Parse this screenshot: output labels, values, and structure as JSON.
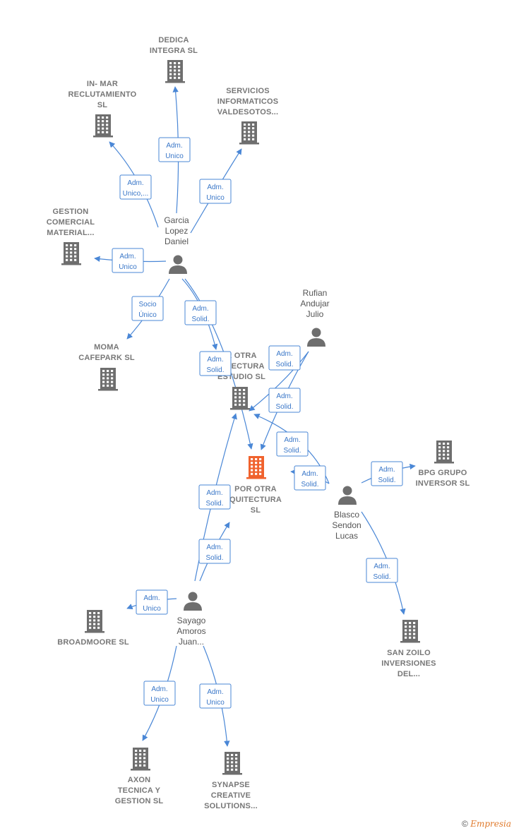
{
  "nodes": [
    {
      "id": "dedica",
      "type": "company",
      "lines": [
        "DEDICA",
        "INTEGRA  SL"
      ]
    },
    {
      "id": "inmar",
      "type": "company",
      "lines": [
        "IN- MAR",
        "RECLUTAMIENTO",
        "SL"
      ]
    },
    {
      "id": "servicios",
      "type": "company",
      "lines": [
        "SERVICIOS",
        "INFORMATICOS",
        "VALDESOTOS..."
      ]
    },
    {
      "id": "gestion",
      "type": "company",
      "lines": [
        "GESTION",
        "COMERCIAL",
        "MATERIAL..."
      ]
    },
    {
      "id": "moma",
      "type": "company",
      "lines": [
        "MOMA",
        "CAFEPARK SL"
      ]
    },
    {
      "id": "porotra_estudio",
      "type": "company",
      "lines": [
        "R OTRA",
        "UITECTURA",
        "ESTUDIO  SL"
      ]
    },
    {
      "id": "central",
      "type": "company",
      "central": true,
      "lines": [
        "POR OTRA",
        "QUITECTURA",
        "SL"
      ]
    },
    {
      "id": "bpg",
      "type": "company",
      "lines": [
        "BPG GRUPO",
        "INVERSOR  SL"
      ]
    },
    {
      "id": "broadmoore",
      "type": "company",
      "lines": [
        "BROADMOORE SL"
      ]
    },
    {
      "id": "sanzoilo",
      "type": "company",
      "lines": [
        "SAN ZOILO",
        "INVERSIONES",
        "DEL..."
      ]
    },
    {
      "id": "axon",
      "type": "company",
      "lines": [
        "AXON",
        "TECNICA Y",
        "GESTION SL"
      ]
    },
    {
      "id": "synapse",
      "type": "company",
      "lines": [
        "SYNAPSE",
        "CREATIVE",
        "SOLUTIONS..."
      ]
    },
    {
      "id": "garcia",
      "type": "person",
      "lines": [
        "Garcia",
        "Lopez",
        "Daniel"
      ]
    },
    {
      "id": "rufian",
      "type": "person",
      "lines": [
        "Rufian",
        "Andujar",
        "Julio"
      ]
    },
    {
      "id": "blasco",
      "type": "person",
      "lines": [
        "Blasco",
        "Sendon",
        "Lucas"
      ]
    },
    {
      "id": "sayago",
      "type": "person",
      "lines": [
        "Sayago",
        "Amoros",
        "Juan..."
      ]
    }
  ],
  "edges": [
    {
      "from": "garcia",
      "to": "dedica",
      "lines": [
        "Adm.",
        "Unico"
      ]
    },
    {
      "from": "garcia",
      "to": "inmar",
      "lines": [
        "Adm.",
        "Unico,..."
      ]
    },
    {
      "from": "garcia",
      "to": "servicios",
      "lines": [
        "Adm.",
        "Unico"
      ]
    },
    {
      "from": "garcia",
      "to": "gestion",
      "lines": [
        "Adm.",
        "Unico"
      ]
    },
    {
      "from": "garcia",
      "to": "moma",
      "lines": [
        "Socio",
        "Único"
      ]
    },
    {
      "from": "garcia",
      "to": "porotra_estudio",
      "lines": [
        "Adm.",
        "Solid."
      ]
    },
    {
      "from": "garcia",
      "to": "central",
      "lines": [
        "Adm.",
        "Solid."
      ]
    },
    {
      "from": "rufian",
      "to": "porotra_estudio",
      "lines": [
        "Adm.",
        "Solid."
      ]
    },
    {
      "from": "rufian",
      "to": "central",
      "lines": [
        "Adm.",
        "Solid."
      ]
    },
    {
      "from": "blasco",
      "to": "porotra_estudio",
      "lines": [
        "Adm.",
        "Solid."
      ]
    },
    {
      "from": "blasco",
      "to": "central",
      "lines": [
        "Adm.",
        "Solid."
      ]
    },
    {
      "from": "blasco",
      "to": "bpg",
      "lines": [
        "Adm.",
        "Solid."
      ]
    },
    {
      "from": "blasco",
      "to": "sanzoilo",
      "lines": [
        "Adm.",
        "Solid."
      ]
    },
    {
      "from": "sayago",
      "to": "porotra_estudio",
      "lines": [
        "Adm.",
        "Solid."
      ]
    },
    {
      "from": "sayago",
      "to": "central",
      "lines": [
        "Adm.",
        "Solid."
      ]
    },
    {
      "from": "sayago",
      "to": "broadmoore",
      "lines": [
        "Adm.",
        "Unico"
      ]
    },
    {
      "from": "sayago",
      "to": "axon",
      "lines": [
        "Adm.",
        "Unico"
      ]
    },
    {
      "from": "sayago",
      "to": "synapse",
      "lines": [
        "Adm.",
        "Unico"
      ]
    }
  ],
  "colors": {
    "company": "#6e6e6e",
    "central": "#f0622d",
    "person": "#6e6e6e",
    "edge": "#4a87d6"
  },
  "footer": {
    "symbol": "©",
    "brand": "Empresia"
  }
}
